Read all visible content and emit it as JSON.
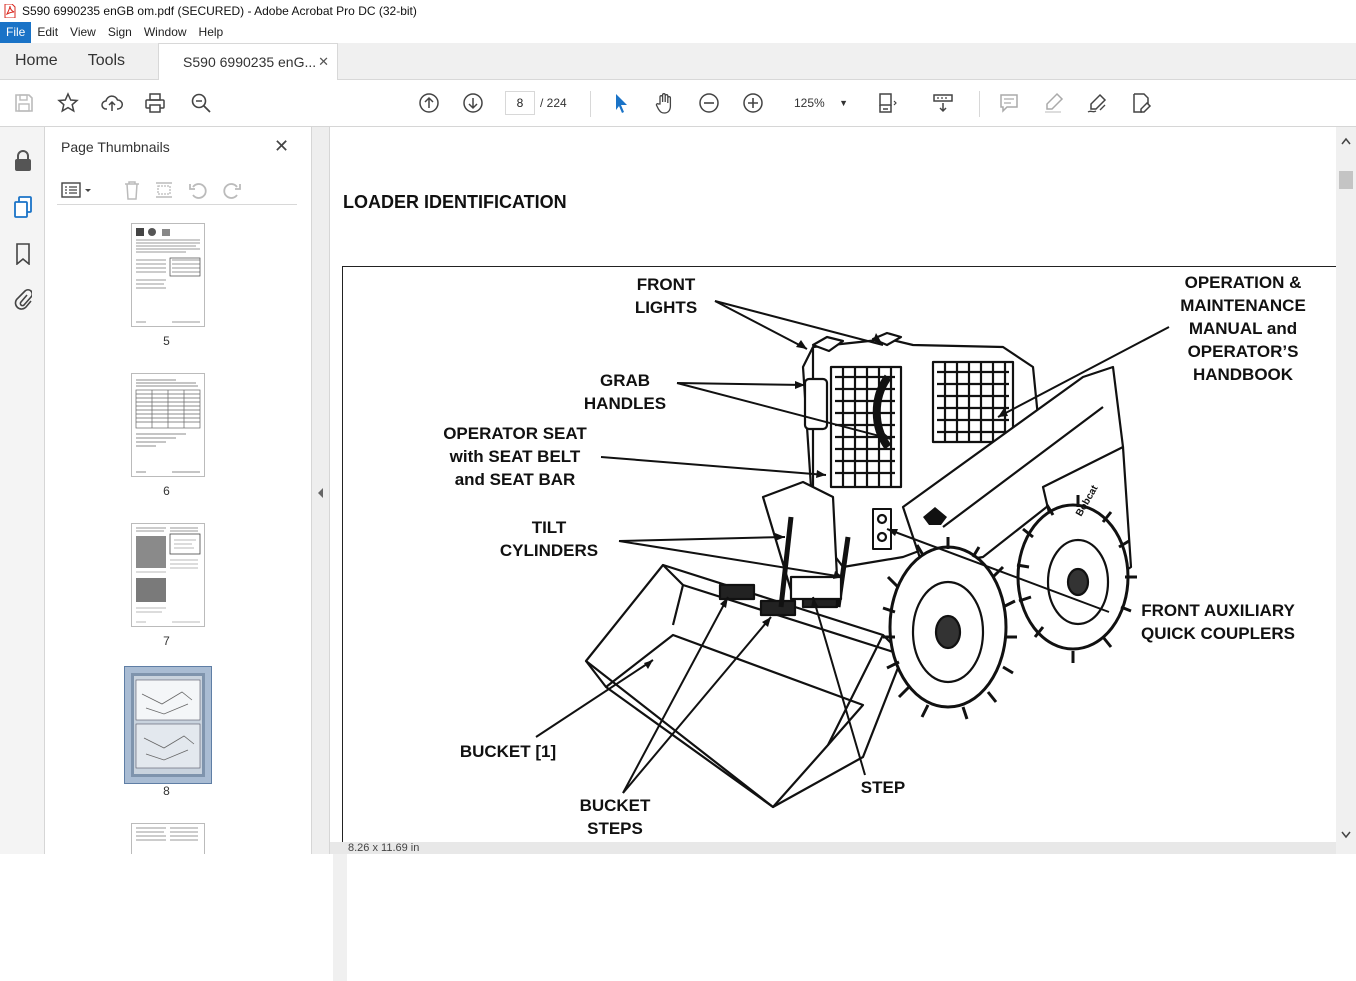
{
  "window": {
    "title": "S590 6990235 enGB om.pdf (SECURED) - Adobe Acrobat Pro DC (32-bit)"
  },
  "menu": {
    "items": [
      "File",
      "Edit",
      "View",
      "Sign",
      "Window",
      "Help"
    ]
  },
  "tabs": {
    "home": "Home",
    "tools": "Tools",
    "document": "S590 6990235 enG..."
  },
  "toolbar": {
    "page_current": "8",
    "page_total": "/ 224",
    "zoom": "125%"
  },
  "thumbnails_panel": {
    "title": "Page Thumbnails",
    "pages": [
      "5",
      "6",
      "7",
      "8"
    ],
    "selected_page": "8"
  },
  "document": {
    "heading": "LOADER IDENTIFICATION",
    "page_size": "8.26 x 11.69 in",
    "callouts": {
      "front_lights": [
        "FRONT",
        "LIGHTS"
      ],
      "operation_manual": [
        "OPERATION &",
        "MAINTENANCE",
        "MANUAL and",
        "OPERATOR’S",
        "HANDBOOK"
      ],
      "grab_handles": [
        "GRAB",
        "HANDLES"
      ],
      "operator_seat": [
        "OPERATOR SEAT",
        "with SEAT BELT",
        "and SEAT BAR"
      ],
      "tilt_cylinders": [
        "TILT",
        "CYLINDERS"
      ],
      "front_aux": [
        "FRONT AUXILIARY",
        "QUICK COUPLERS"
      ],
      "bucket": "BUCKET [1]",
      "bucket_steps": [
        "BUCKET",
        "STEPS"
      ],
      "step": "STEP"
    },
    "logo_text": "Bobcat"
  },
  "colors": {
    "accent": "#1a73c7",
    "thumb_selected": "#a9bcd3",
    "pdf_icon": "#d9281f"
  }
}
